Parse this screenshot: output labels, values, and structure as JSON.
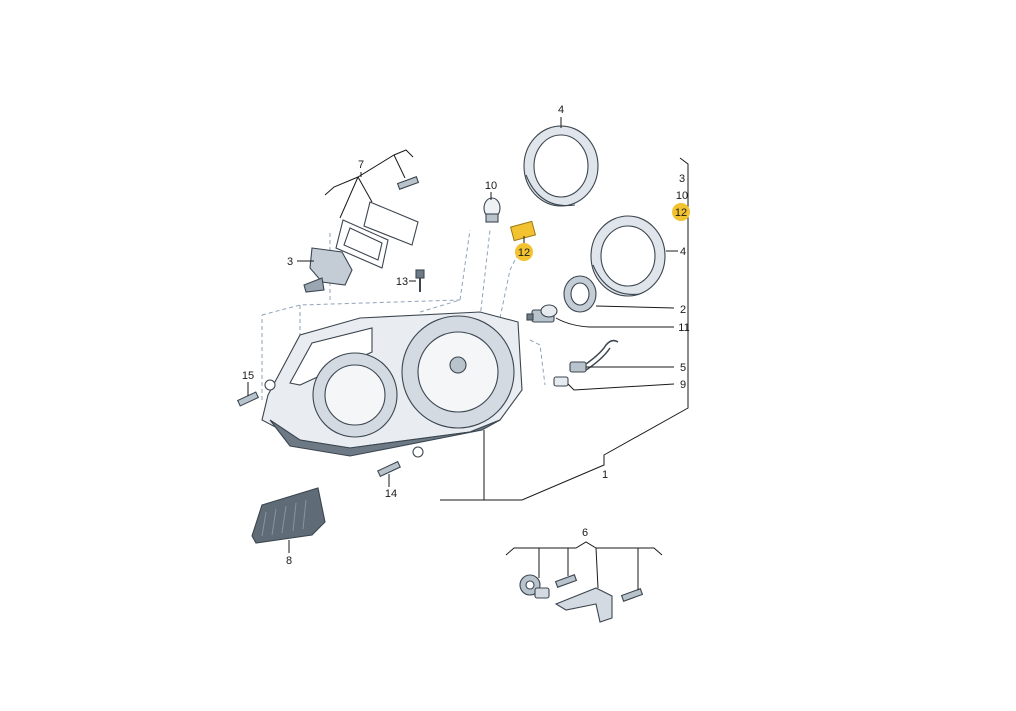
{
  "diagram": {
    "callouts": {
      "c1": "1",
      "c2": "2",
      "c3_part": "3",
      "c3_list": "3",
      "c4_top": "4",
      "c4_right": "4",
      "c5": "5",
      "c6": "6",
      "c7": "7",
      "c8": "8",
      "c9": "9",
      "c10_part": "10",
      "c10_list": "10",
      "c11": "11",
      "c12_part": "12",
      "c12_list": "12",
      "c13": "13",
      "c14": "14",
      "c15": "15"
    },
    "colors": {
      "highlight": "#f2c230",
      "line": "#1a1a1a",
      "dashed_guide": "#8fa3b8",
      "part_fill_light": "#e6ebf0",
      "part_fill_mid": "#b9c3cc",
      "part_fill_dark": "#6d7a86"
    }
  }
}
